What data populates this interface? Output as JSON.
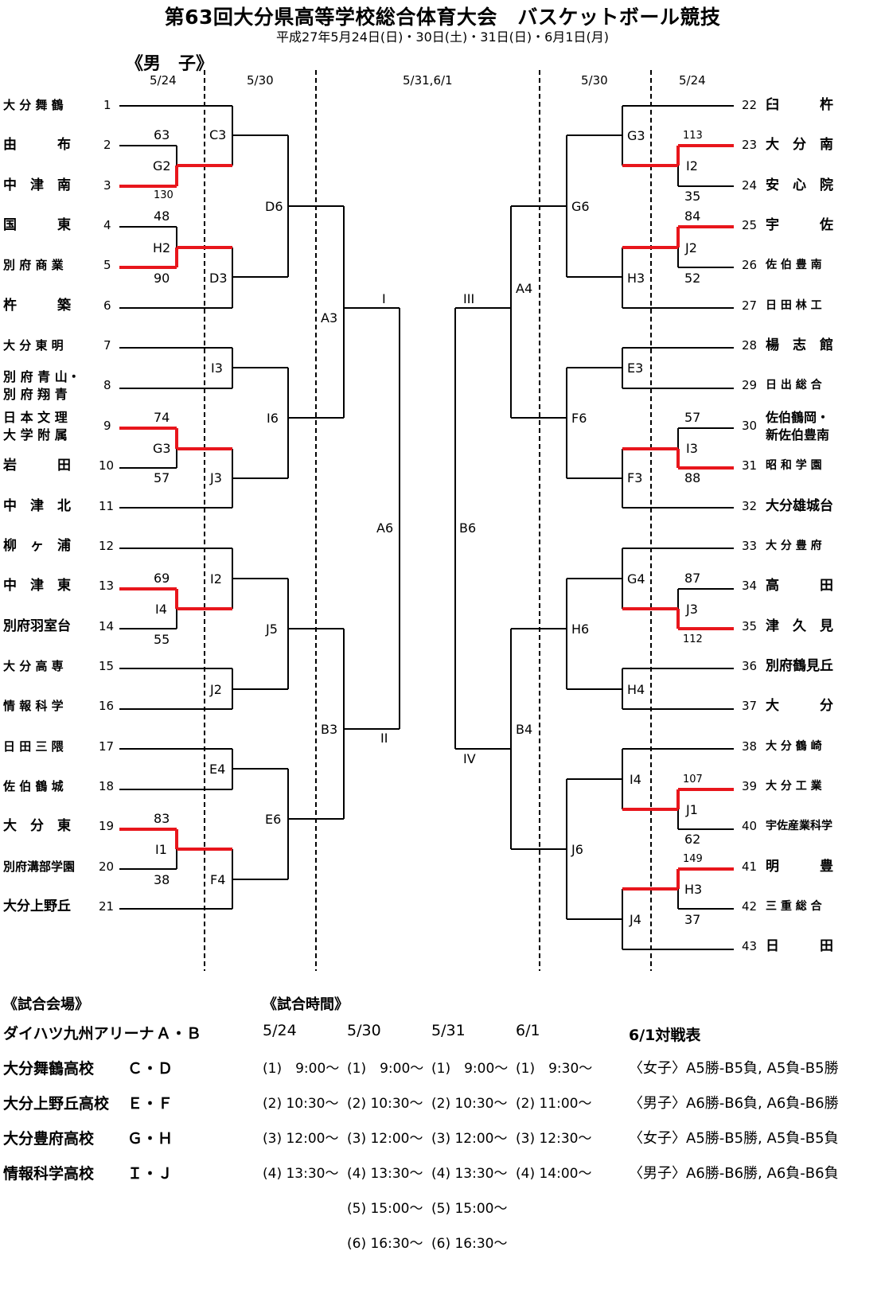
{
  "title": "第63回大分県高等学校総合体育大会　バスケットボール競技",
  "subtitle": "平成27年5月24日(日)・30日(土)・31日(日)・6月1日(月)",
  "section": "《男　子》",
  "dates": [
    "5/24",
    "5/30",
    "5/31,6/1",
    "5/30",
    "5/24"
  ],
  "left_teams": [
    {
      "n": "1",
      "name": "大 分 舞 鶴"
    },
    {
      "n": "2",
      "name": "由　　　布"
    },
    {
      "n": "3",
      "name": "中　津　南"
    },
    {
      "n": "4",
      "name": "国　　　東"
    },
    {
      "n": "5",
      "name": "別 府 商 業"
    },
    {
      "n": "6",
      "name": "杵　　　築"
    },
    {
      "n": "7",
      "name": "大 分 東 明"
    },
    {
      "n": "8",
      "name": "別 府 青 山・",
      "name2": "別 府 翔 青"
    },
    {
      "n": "9",
      "name": "日 本 文 理",
      "name2": "大 学 附 属"
    },
    {
      "n": "10",
      "name": "岩　　　田"
    },
    {
      "n": "11",
      "name": "中　津　北"
    },
    {
      "n": "12",
      "name": "柳　ヶ　浦"
    },
    {
      "n": "13",
      "name": "中　津　東"
    },
    {
      "n": "14",
      "name": "別府羽室台"
    },
    {
      "n": "15",
      "name": "大 分 高 専"
    },
    {
      "n": "16",
      "name": "情 報 科 学"
    },
    {
      "n": "17",
      "name": "日 田 三 隈"
    },
    {
      "n": "18",
      "name": "佐 伯 鶴 城"
    },
    {
      "n": "19",
      "name": "大　分　東"
    },
    {
      "n": "20",
      "name": "別府溝部学園"
    },
    {
      "n": "21",
      "name": "大分上野丘"
    }
  ],
  "right_teams": [
    {
      "n": "22",
      "name": "臼　　　杵"
    },
    {
      "n": "23",
      "name": "大　分　南"
    },
    {
      "n": "24",
      "name": "安　心　院"
    },
    {
      "n": "25",
      "name": "宇　　　佐"
    },
    {
      "n": "26",
      "name": "佐 伯 豊 南"
    },
    {
      "n": "27",
      "name": "日 田 林 工"
    },
    {
      "n": "28",
      "name": "楊　志　館"
    },
    {
      "n": "29",
      "name": "日 出 総 合"
    },
    {
      "n": "30",
      "name": "佐伯鶴岡・",
      "name2": "新佐伯豊南"
    },
    {
      "n": "31",
      "name": "昭 和 学 園"
    },
    {
      "n": "32",
      "name": "大分雄城台"
    },
    {
      "n": "33",
      "name": "大 分 豊 府"
    },
    {
      "n": "34",
      "name": "高　　　田"
    },
    {
      "n": "35",
      "name": "津　久　見"
    },
    {
      "n": "36",
      "name": "別府鶴見丘"
    },
    {
      "n": "37",
      "name": "大　　　分"
    },
    {
      "n": "38",
      "name": "大 分 鶴 崎"
    },
    {
      "n": "39",
      "name": "大 分 工 業"
    },
    {
      "n": "40",
      "name": "宇佐産業科学"
    },
    {
      "n": "41",
      "name": "明　　　豊"
    },
    {
      "n": "42",
      "name": "三 重 総 合"
    },
    {
      "n": "43",
      "name": "日　　　田"
    }
  ],
  "match_labels": [
    "C3",
    "G2",
    "D6",
    "H2",
    "D3",
    "I3",
    "I6",
    "G3",
    "J3",
    "A3",
    "I2",
    "I4",
    "J5",
    "J2",
    "A6",
    "E4",
    "B3",
    "E6",
    "I1",
    "F4",
    "I",
    "II",
    "III",
    "IV",
    "B6",
    "A4",
    "G3",
    "I2",
    "G6",
    "J2",
    "H3",
    "E3",
    "F6",
    "I3",
    "F3",
    "G4",
    "J3",
    "H6",
    "H4",
    "B4",
    "I4",
    "J1",
    "J6",
    "H3",
    "J4"
  ],
  "scores": {
    "m2_3": [
      "63",
      "130"
    ],
    "m4_5": [
      "48",
      "90"
    ],
    "m9_10": [
      "74",
      "57"
    ],
    "m13_14": [
      "69",
      "55"
    ],
    "m19_20": [
      "83",
      "38"
    ],
    "m23_24": [
      "113",
      "35"
    ],
    "m25_26": [
      "84",
      "52"
    ],
    "m30_31": [
      "57",
      "88"
    ],
    "m34_35": [
      "87",
      "112"
    ],
    "m39_40": [
      "107",
      "62"
    ],
    "m41_42": [
      "149",
      "37"
    ]
  },
  "colors": {
    "winner": "#e8161c",
    "line": "#000000"
  },
  "venues": {
    "header": "《試合会場》",
    "items": [
      {
        "name": "ダイハツ九州アリーナ",
        "court": "Ａ・Ｂ"
      },
      {
        "name": "大分舞鶴高校",
        "court": "Ｃ・Ｄ"
      },
      {
        "name": "大分上野丘高校",
        "court": "Ｅ・Ｆ"
      },
      {
        "name": "大分豊府高校",
        "court": "Ｇ・Ｈ"
      },
      {
        "name": "情報科学高校",
        "court": "Ｉ・Ｊ"
      }
    ]
  },
  "times": {
    "header": "《試合時間》",
    "days": [
      "5/24",
      "5/30",
      "5/31",
      "6/1"
    ],
    "rows": [
      [
        "(1)　9:00～",
        "(1)　9:00～",
        "(1)　9:00～",
        "(1)　9:30～"
      ],
      [
        "(2) 10:30～",
        "(2) 10:30～",
        "(2) 10:30～",
        "(2) 11:00～"
      ],
      [
        "(3) 12:00～",
        "(3) 12:00～",
        "(3) 12:00～",
        "(3) 12:30～"
      ],
      [
        "(4) 13:30～",
        "(4) 13:30～",
        "(4) 13:30～",
        "(4) 14:00～"
      ],
      [
        "",
        "(5) 15:00～",
        "(5) 15:00～",
        ""
      ],
      [
        "",
        "(6) 16:30～",
        "(6) 16:30～",
        ""
      ]
    ]
  },
  "final_schedule": {
    "header": "6/1対戦表",
    "rows": [
      "〈女子〉A5勝-B5負, A5負-B5勝",
      "〈男子〉A6勝-B6負, A6負-B6勝",
      "〈女子〉A5勝-B5勝, A5負-B5負",
      "〈男子〉A6勝-B6勝, A6負-B6負"
    ]
  }
}
